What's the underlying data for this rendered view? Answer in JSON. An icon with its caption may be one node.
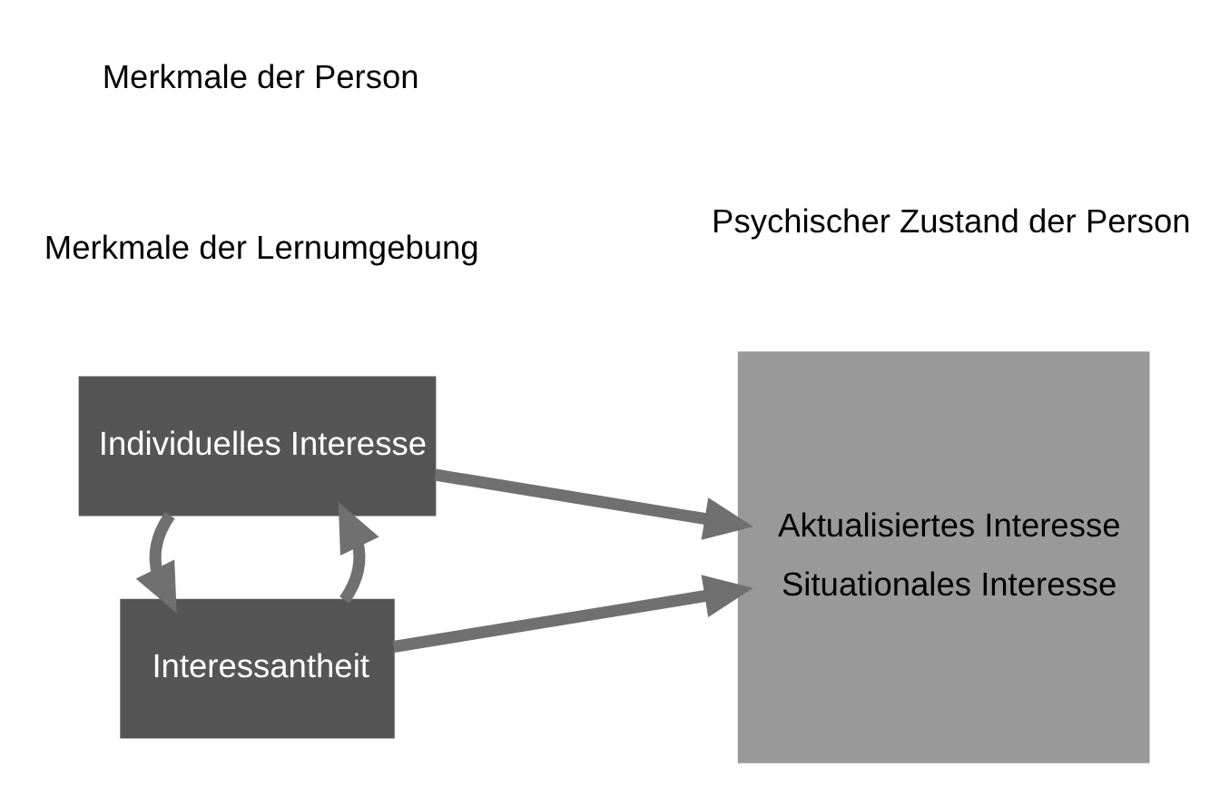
{
  "diagram": {
    "nodes": [
      {
        "text": [
          "Individuelles Interesse"
        ]
      },
      {
        "text": [
          "Interessantheit"
        ]
      },
      {
        "text": [
          "Aktualisiertes Interesse",
          "Situationales Interesse"
        ]
      }
    ],
    "edges": [
      {
        "from": 0,
        "to": 2,
        "arrow": "to"
      },
      {
        "from": 1,
        "to": 0,
        "arrow": "to"
      },
      {
        "from": 0,
        "to": 1,
        "arrow": "to"
      },
      {
        "from": 1,
        "to": 2,
        "arrow": "to"
      }
    ],
    "labels": [
      "Merkmale der Person",
      "Psychischer Zustand der Person",
      "Merkmale der Lernumgebung"
    ]
  }
}
